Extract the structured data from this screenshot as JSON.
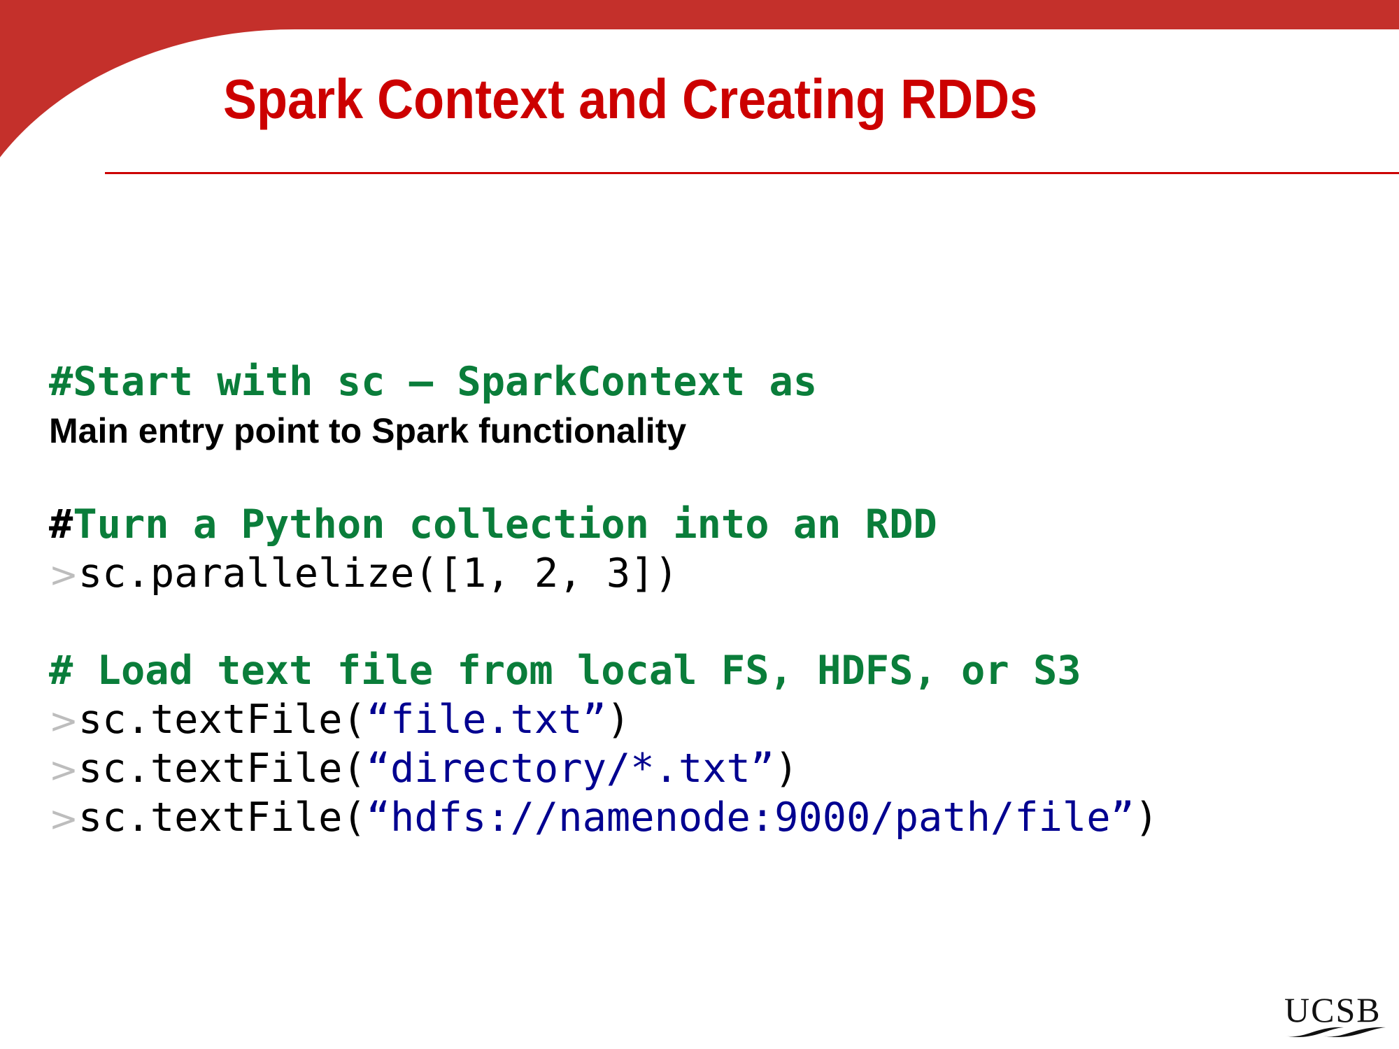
{
  "slide": {
    "title": "Spark Context and Creating RDDs",
    "accent_color": "#cc0000",
    "lines": [
      {
        "comment": "#Start with sc – SparkContext as"
      },
      {
        "text": "Main entry point to Spark functionality"
      },
      {
        "hash": "#",
        "comment": "Turn a Python collection into an RDD"
      },
      {
        "prompt": ">",
        "code": "sc.parallelize([1, 2, 3])"
      },
      {
        "comment": "# Load text file from local FS, HDFS, or S3"
      },
      {
        "prompt": ">",
        "code": "sc.textFile(",
        "string": "“file.txt”",
        "close": ")"
      },
      {
        "prompt": ">",
        "code": "sc.textFile(",
        "string": "“directory/*.txt”",
        "close": ")"
      },
      {
        "prompt": ">",
        "code": "sc.textFile(",
        "string": "“hdfs://namenode:9000/path/file”",
        "close": ")"
      }
    ],
    "logo": "UCSB"
  }
}
